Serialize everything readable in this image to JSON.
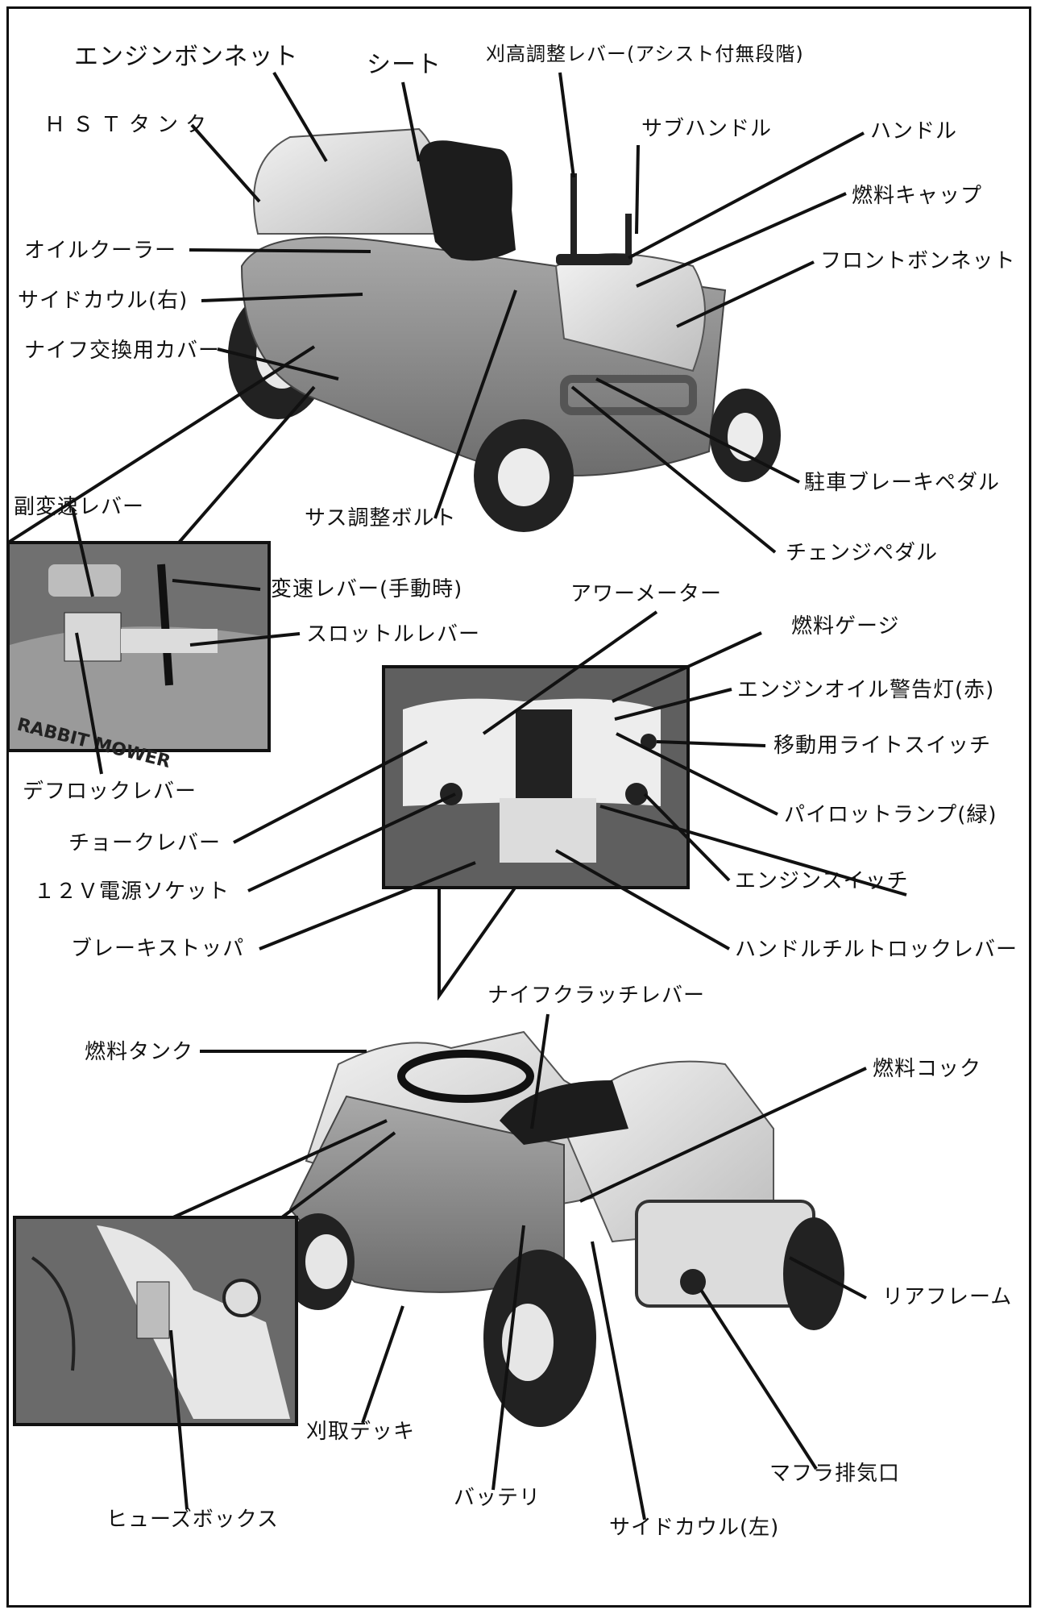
{
  "colors": {
    "line": "#111111",
    "machine": "#e4e4e4",
    "deck": "#8a8a8a",
    "tire": "#222222",
    "photo": "#6f6f6f"
  },
  "labels": {
    "engine_bonnet": "エンジンボンネット",
    "seat": "シート",
    "cut_height_lever": "刈高調整レバー(アシスト付無段階)",
    "hst_tank": "ＨＳＴタンク",
    "sub_handle": "サブハンドル",
    "handle": "ハンドル",
    "fuel_cap": "燃料キャップ",
    "oil_cooler": "オイルクーラー",
    "front_bonnet": "フロントボンネット",
    "side_cowl_right": "サイドカウル(右)",
    "knife_cover": "ナイフ交換用カバー",
    "sub_shift_lever": "副変速レバー",
    "parking_brake_pedal": "駐車ブレーキペダル",
    "suspension_bolt": "サス調整ボルト",
    "change_pedal": "チェンジペダル",
    "shift_lever_manual": "変速レバー(手動時)",
    "hour_meter": "アワーメーター",
    "throttle_lever": "スロットルレバー",
    "fuel_gauge": "燃料ゲージ",
    "engine_oil_lamp": "エンジンオイル警告灯(赤)",
    "travel_light_switch": "移動用ライトスイッチ",
    "diff_lock_lever": "デフロックレバー",
    "pilot_lamp": "パイロットランプ(緑)",
    "choke_lever": "チョークレバー",
    "engine_switch": "エンジンスイッチ",
    "power_socket": "１２Ｖ電源ソケット",
    "brake_stopper": "ブレーキストッパ",
    "tilt_lock_lever": "ハンドルチルトロックレバー",
    "knife_clutch_lever": "ナイフクラッチレバー",
    "fuel_tank": "燃料タンク",
    "fuel_cock": "燃料コック",
    "rear_frame": "リアフレーム",
    "mower_deck": "刈取デッキ",
    "muffler_outlet": "マフラ排気口",
    "battery": "バッテリ",
    "side_cowl_left": "サイドカウル(左)",
    "fuse_box": "ヒューズボックス"
  },
  "photo_text": {
    "brand": "RABBIT MOWER"
  }
}
